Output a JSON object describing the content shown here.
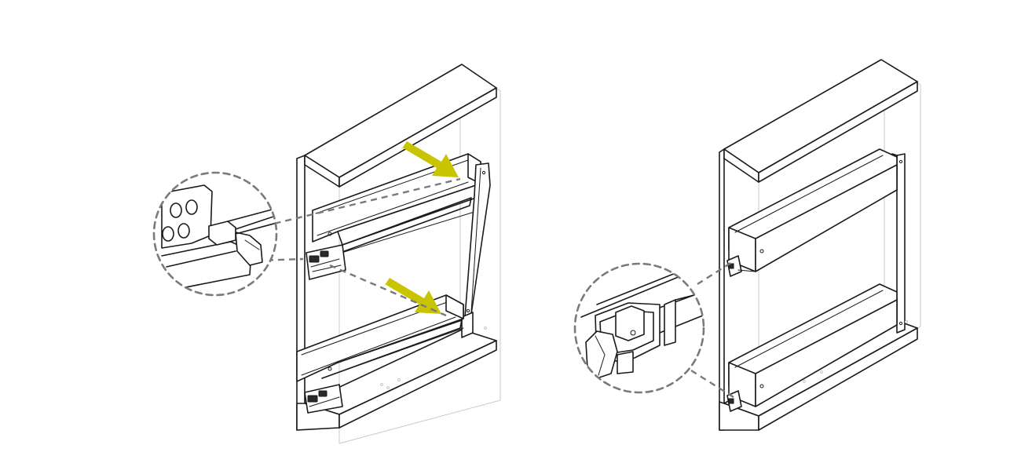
{
  "figure": {
    "panels": [
      {
        "id": "left",
        "state": "baskets-tilted",
        "arrow_count": 2,
        "detail": "clip-release"
      },
      {
        "id": "right",
        "state": "baskets-mounted",
        "arrow_count": 0,
        "detail": "runner-mount"
      }
    ],
    "colors": {
      "arrow": "#c9c400",
      "line": "#1a1a1a",
      "callout_dash": "#7a7a7a",
      "background": "#ffffff"
    }
  }
}
